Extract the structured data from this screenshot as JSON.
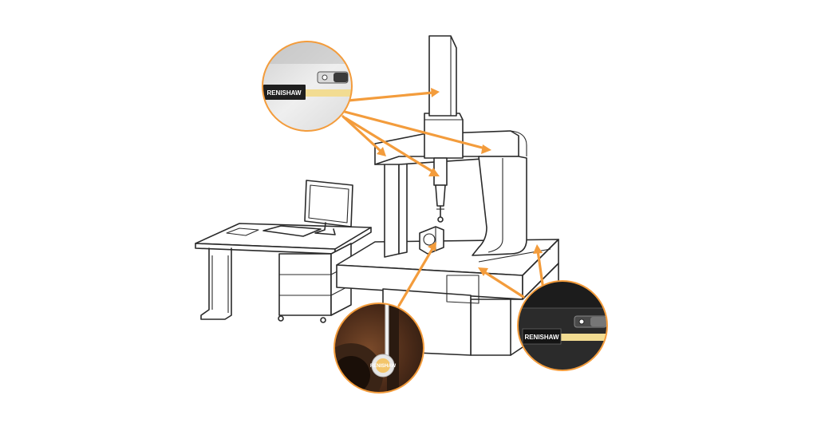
{
  "colors": {
    "accent": "#F39C3C",
    "scale_tape": "#F2DC92",
    "line": "#2A2A2A",
    "inset_light": "#E8E8E8",
    "inset_dark": "#2B2B2B",
    "bearing_orange": "#E08A2A"
  },
  "labels": {
    "brand_top": "RENISHAW",
    "brand_bottom": "RENISHAW",
    "brand_round": "RENISHAW"
  },
  "icons": {
    "readhead_top": "readhead-icon",
    "readhead_bottom": "readhead-icon"
  }
}
